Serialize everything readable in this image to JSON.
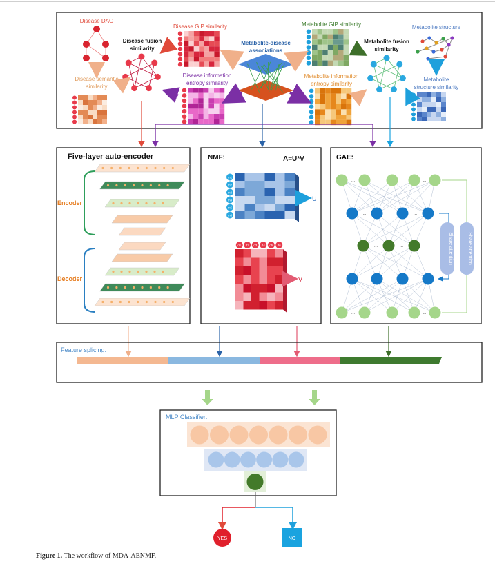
{
  "top_panel": {
    "disease_dag": "Disease DAG",
    "disease_semantic_similarity": [
      "Disease semantic",
      "similarity"
    ],
    "disease_fusion_similarity": [
      "Disease fusion",
      "similarity"
    ],
    "disease_gip_similarity": "Disease GIP similarity",
    "disease_info_entropy": [
      "Disease information",
      "entropy similarity"
    ],
    "associations": [
      "Metabolite-disease",
      "associations"
    ],
    "metabolite_gip_similarity": "Metabolite GIP similarity",
    "metabolite_info_entropy": [
      "Metabolite information",
      "entropy similarity"
    ],
    "metabolite_fusion_similarity": [
      "Metabolite fusion",
      "similarity"
    ],
    "metabolite_structure": "Metabolite  structure",
    "metabolite_structure_similarity": [
      "Metabolite",
      "structure similarity"
    ]
  },
  "autoencoder": {
    "title": "Five-layer auto-encoder",
    "encoder": "Encoder",
    "decoder": "Decoder"
  },
  "nmf": {
    "title": "NMF:",
    "formula": "A=U*V",
    "u_label": "U",
    "v_label": "V",
    "row_labels": [
      "m1",
      "m2",
      "m3",
      "m4",
      "m5",
      "m6"
    ],
    "col_labels": [
      "d1",
      "d2",
      "d3",
      "d4",
      "d5",
      "d6"
    ]
  },
  "gae": {
    "title": "GAE:",
    "share_attention": "Share attention",
    "ellipsis": "..."
  },
  "feature_splicing": {
    "label": "Feature splicing:"
  },
  "mlp": {
    "label": "MLP Classifier:"
  },
  "outputs": {
    "yes": "YES",
    "no": "NO"
  },
  "caption": {
    "label": "Figure 1.",
    "text": " The workflow of MDA-AENMF."
  },
  "colors": {
    "disease_red": "#e63946",
    "metabolite_blue": "#1e90d6",
    "encoder_green": "#2e9e5b",
    "decoder_blue": "#2a7fc1",
    "label_orange": "#e67e22",
    "purple": "#7b2fa5",
    "splice_peach": "#f4b891",
    "splice_blue": "#8ab8e0",
    "splice_pink": "#ee6d8a",
    "splice_green": "#3e7a2f",
    "gae_green": "#a5d68a",
    "gae_blue": "#1579c8",
    "gae_dark": "#437a2a"
  }
}
